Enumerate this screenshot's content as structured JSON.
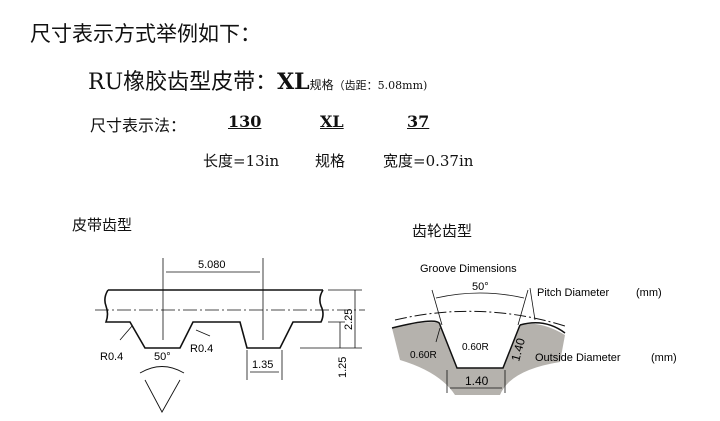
{
  "heading": "尺寸表示方式举例如下：",
  "product": {
    "title": "RU橡胶齿型皮带：",
    "code": "XL",
    "spec": "规格",
    "pitch": "（齿距：5.08mm)"
  },
  "notation": {
    "label": "尺寸表示法：",
    "length_code": "130",
    "type_code": "XL",
    "width_code": "37",
    "length_desc": "长度=13in",
    "type_desc": "规格",
    "width_desc": "宽度=0.37in"
  },
  "belt_diagram": {
    "title": "皮带齿型",
    "pitch": "5.080",
    "radius_left": "R0.4",
    "radius_right": "R0.4",
    "angle": "50°",
    "tooth_width": "1.35",
    "total_height": "2.25",
    "tooth_height": "1.25"
  },
  "pulley_diagram": {
    "title": "齿轮齿型",
    "groove": "Groove Dimensions",
    "angle": "50°",
    "pitch_diameter": "Pitch Diameter",
    "pitch_unit": "(mm)",
    "outside_diameter": "Outside Diameter",
    "outside_unit": "(mm)",
    "radius_left": "0.60R",
    "radius_right": "0.60R",
    "depth": "1.40",
    "bottom_width": "1.40"
  }
}
